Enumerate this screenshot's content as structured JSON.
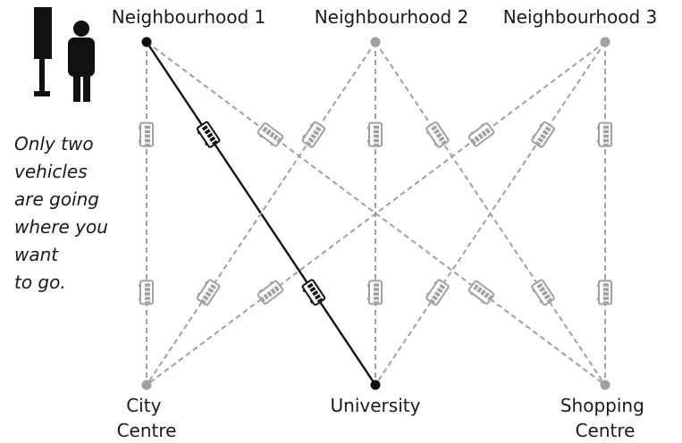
{
  "nodes": {
    "n1": {
      "label_lines": [
        "Neighbourhood 1"
      ],
      "color": "#111111"
    },
    "n2": {
      "label_lines": [
        "Neighbourhood 2"
      ],
      "color": "#a0a0a0"
    },
    "n3": {
      "label_lines": [
        "Neighbourhood 3"
      ],
      "color": "#a0a0a0"
    },
    "city": {
      "label_lines": [
        "City",
        "Centre"
      ],
      "color": "#a0a0a0"
    },
    "uni": {
      "label_lines": [
        "University"
      ],
      "color": "#111111"
    },
    "shop": {
      "label_lines": [
        "Shopping",
        "Centre"
      ],
      "color": "#a0a0a0"
    }
  },
  "routes": [
    {
      "from": "n1",
      "to": "city",
      "active": false
    },
    {
      "from": "n1",
      "to": "uni",
      "active": true
    },
    {
      "from": "n1",
      "to": "shop",
      "active": false
    },
    {
      "from": "n2",
      "to": "city",
      "active": false
    },
    {
      "from": "n2",
      "to": "uni",
      "active": false
    },
    {
      "from": "n2",
      "to": "shop",
      "active": false
    },
    {
      "from": "n3",
      "to": "city",
      "active": false
    },
    {
      "from": "n3",
      "to": "uni",
      "active": false
    },
    {
      "from": "n3",
      "to": "shop",
      "active": false
    }
  ],
  "caption_lines": [
    "Only two",
    "vehicles",
    "are going",
    "where you",
    "want",
    "to go."
  ],
  "icons": {
    "stop": "bus-stop-sign-icon",
    "person": "person-icon",
    "vehicle": "bus-icon"
  },
  "colors": {
    "active": "#111111",
    "inactive": "#a0a0a0"
  }
}
